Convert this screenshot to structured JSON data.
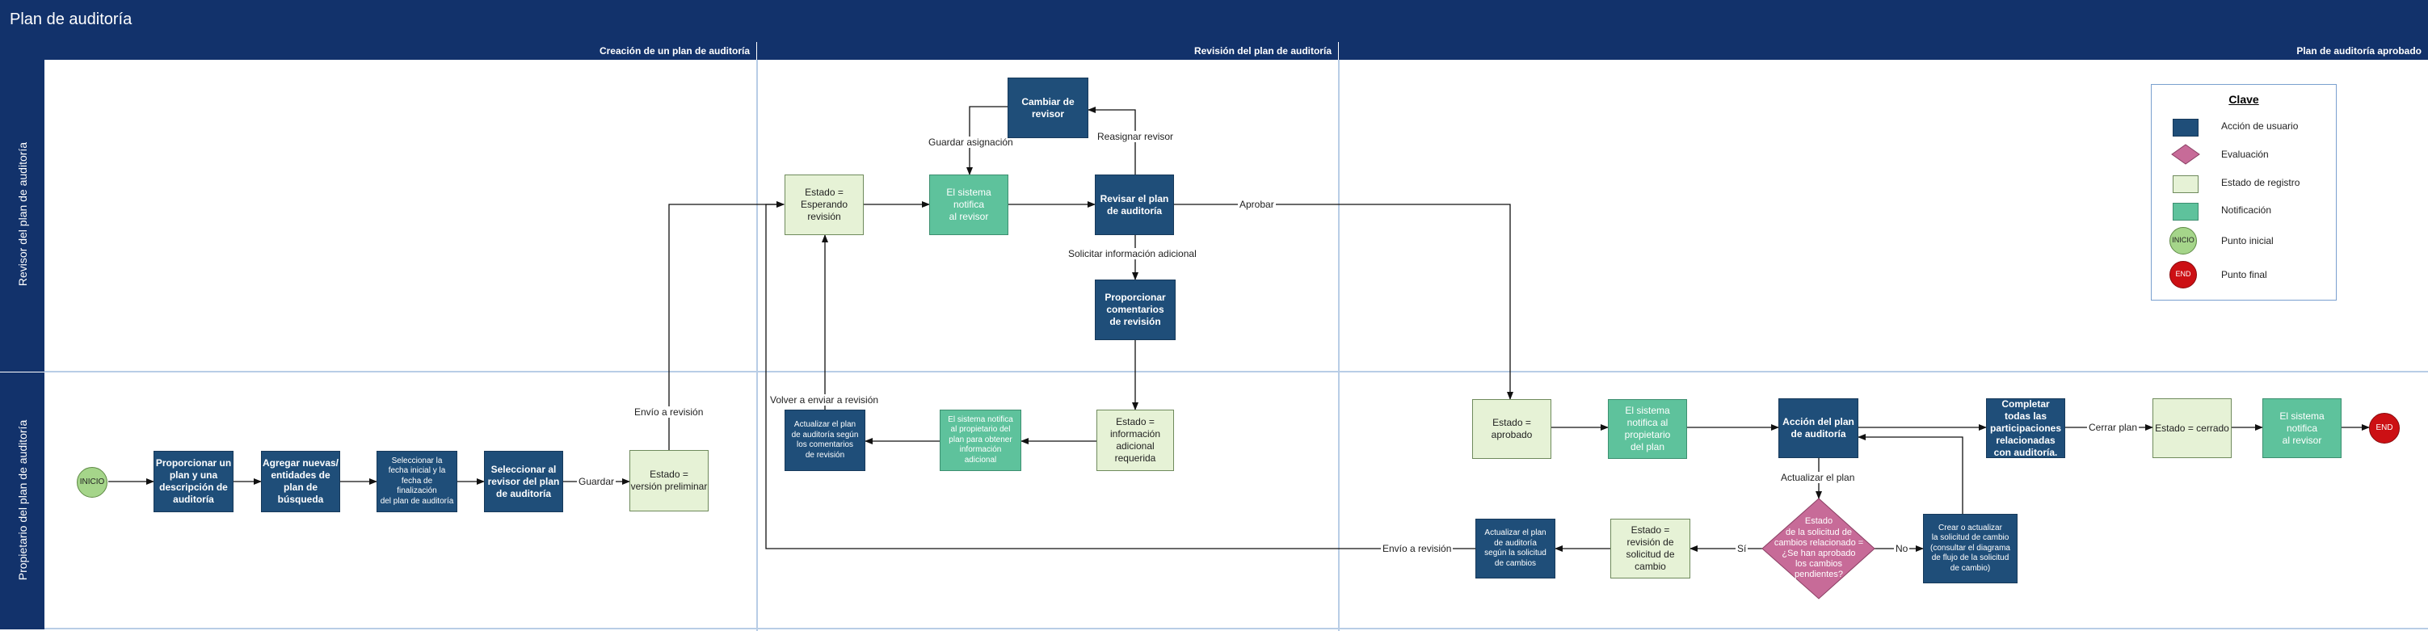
{
  "title": "Plan de auditoría",
  "phases": [
    "Creación de un plan de auditoría",
    "Revisión del plan de auditoría",
    "Plan de auditoría aprobado"
  ],
  "lanes": [
    "Revisor del plan de auditoría",
    "Propietario del plan de auditoría"
  ],
  "nodes": {
    "inicio": "INICIO",
    "proporcionar_plan": "Proporcionar un\nplan y una\ndescripción de\nauditoría",
    "agregar_entidades": "Agregar nuevas/\nentidades de\nplan de\nbúsqueda",
    "seleccionar_fecha": "Seleccionar la\nfecha inicial y la\nfecha de\nfinalización\ndel plan de auditoría",
    "seleccionar_revisor": "Seleccionar al\nrevisor del plan\nde auditoría",
    "estado_version_preliminar": "Estado =\nversión preliminar",
    "estado_esperando_revision": "Estado =\nEsperando\nrevisión",
    "sistema_notifica_revisor": "El sistema\nnotifica\nal revisor",
    "cambiar_revisor": "Cambiar de\nrevisor",
    "revisar_plan": "Revisar el plan\nde auditoría",
    "proporcionar_comentarios": "Proporcionar\ncomentarios\nde revisión",
    "estado_info_adicional": "Estado =\ninformación\nadicional\nrequerida",
    "sistema_notifica_propietario_info": "El sistema notifica\nal propietario del\nplan para obtener\ninformación\nadicional",
    "actualizar_plan_comentarios": "Actualizar el plan\nde auditoría según\nlos comentarios\nde revisión",
    "estado_aprobado": "Estado =\naprobado",
    "sistema_notifica_propietario": "El sistema\nnotifica al\npropietario\ndel plan",
    "accion_plan": "Acción del plan\nde auditoría",
    "completar_participaciones": "Completar\ntodas las\nparticipaciones\nrelacionadas\ncon auditoría.",
    "estado_cerrado": "Estado = cerrado",
    "sistema_notifica_revisor_final": "El sistema\nnotifica\nal revisor",
    "end": "END",
    "evaluacion": "Estado\nde la solicitud de\ncambios relacionado =\n¿Se han aprobado\nlos cambios\npendientes?",
    "crear_solicitud": "Crear o actualizar\nla solicitud de cambio\n(consultar el diagrama\nde flujo de la solicitud\nde cambio)",
    "estado_revision_solicitud": "Estado =\nrevisión de\nsolicitud de\ncambio",
    "actualizar_plan_solicitud": "Actualizar el plan\nde auditoría\nsegún la solicitud\nde cambios"
  },
  "edge_labels": {
    "guardar": "Guardar",
    "envio_revision_1": "Envío a revisión",
    "guardar_asignacion": "Guardar asignación",
    "reasignar_revisor": "Reasignar revisor",
    "aprobar": "Aprobar",
    "solicitar_info": "Solicitar información adicional",
    "volver_enviar": "Volver a enviar a revisión",
    "actualizar_plan": "Actualizar el plan",
    "cerrar_plan": "Cerrar plan",
    "si": "Sí",
    "no": "No",
    "envio_revision_2": "Envío a revisión"
  },
  "legend": {
    "title": "Clave",
    "items": [
      {
        "label": "Acción de usuario",
        "icon": "action-square",
        "color": "#1f4e79"
      },
      {
        "label": "Evaluación",
        "icon": "evaluation-diamond",
        "color": "#c76b98"
      },
      {
        "label": "Estado de registro",
        "icon": "state-square",
        "color": "#e6f2d6"
      },
      {
        "label": "Notificación",
        "icon": "notification-square",
        "color": "#5ec29c"
      },
      {
        "label": "Punto inicial",
        "icon": "start-circle",
        "symbol": "INICIO",
        "color": "#a5d58a"
      },
      {
        "label": "Punto final",
        "icon": "end-circle",
        "symbol": "END",
        "color": "#cc1014"
      }
    ]
  },
  "colors": {
    "header": "#12326b",
    "action": "#1f4e79",
    "state": "#e6f2d6",
    "notification": "#5ec29c",
    "evaluation": "#c76b98",
    "start": "#a5d58a",
    "end": "#cc1014",
    "divider": "#b8cde6"
  }
}
